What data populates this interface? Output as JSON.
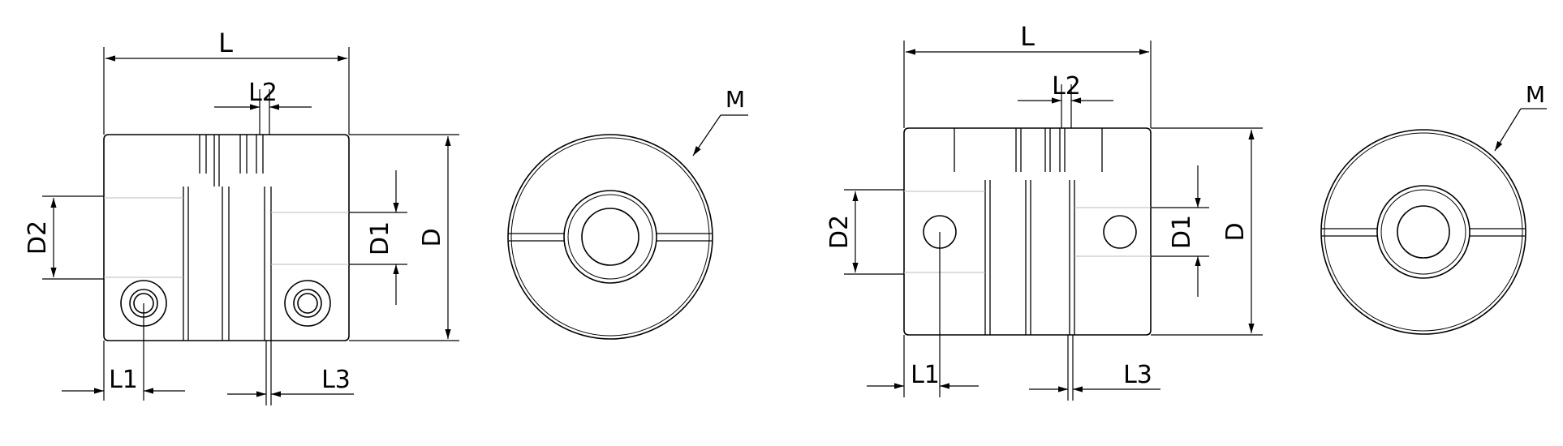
{
  "drawing": {
    "left_coupling": {
      "dim_L": "L",
      "dim_L2": "L2",
      "dim_D2": "D2",
      "dim_D1": "D1",
      "dim_D": "D",
      "dim_L1": "L1",
      "dim_L3": "L3"
    },
    "left_end_view": {
      "label_M": "M"
    },
    "right_coupling": {
      "dim_L": "L",
      "dim_L2": "L2",
      "dim_D2": "D2",
      "dim_D1": "D1",
      "dim_D": "D",
      "dim_L1": "L1",
      "dim_L3": "L3"
    },
    "right_end_view": {
      "label_M": "M"
    }
  }
}
